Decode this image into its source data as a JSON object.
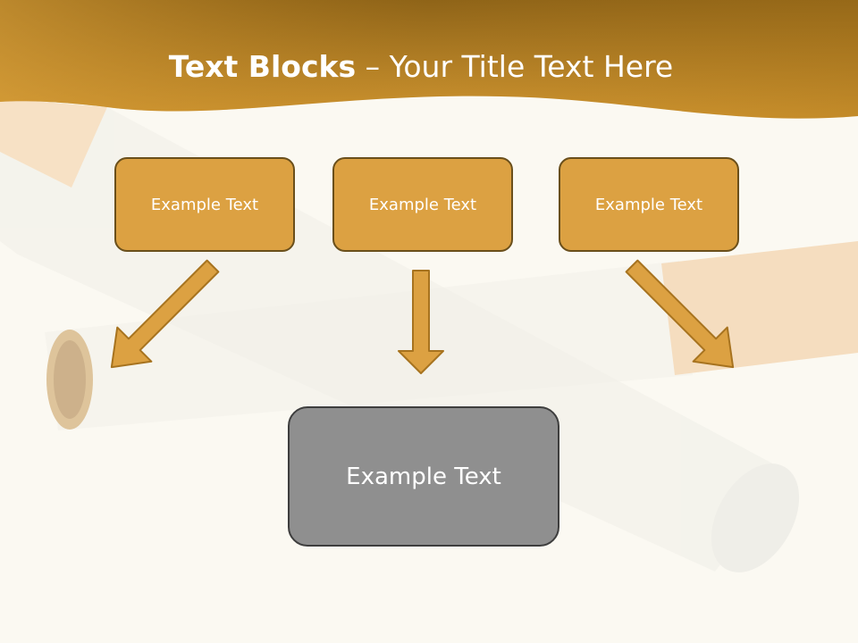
{
  "title": {
    "bold": "Text Blocks",
    "dash": "–",
    "rest": "Your Title Text Here"
  },
  "blocks": [
    {
      "text": "Example Text"
    },
    {
      "text": "Example Text"
    },
    {
      "text": "Example Text"
    }
  ],
  "result": {
    "text": "Example Text"
  },
  "colors": {
    "header": "#c48a25",
    "block_fill": "#dca142",
    "block_border": "#6a4f1b",
    "arrow_fill": "#dca142",
    "result_fill": "#8f8f8f",
    "result_border": "#3e3e3e"
  }
}
